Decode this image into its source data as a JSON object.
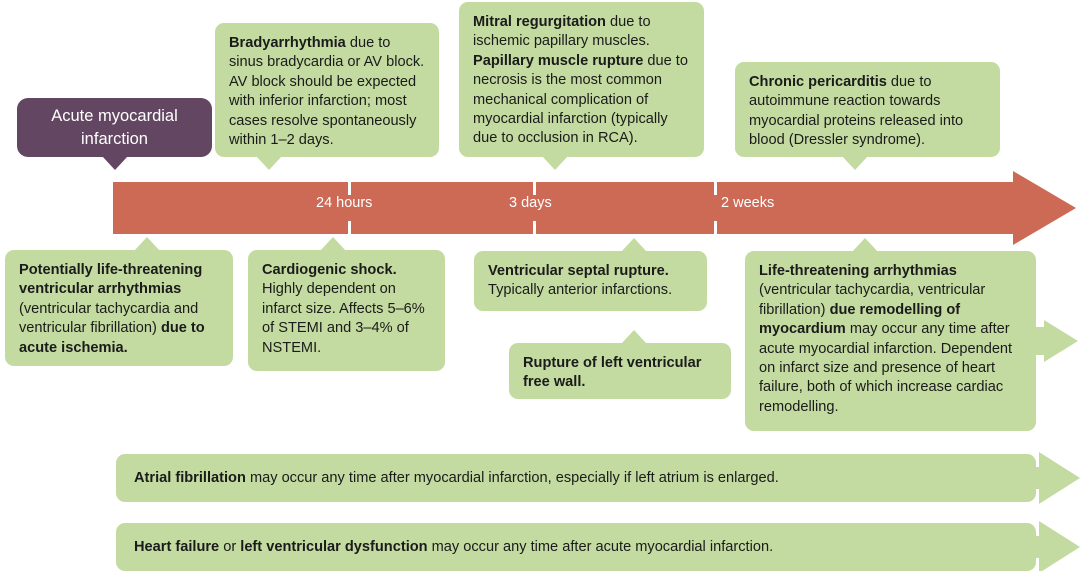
{
  "diagram": {
    "title": "Complications of acute myocardial infarction timeline",
    "colors": {
      "green_box": "#c3dba0",
      "purple_node": "#634762",
      "timeline_arrow": "#cc6a55",
      "text": "#1b1b1b",
      "light_text": "#ffffff"
    }
  },
  "start_node": {
    "label": "Acute myocardial infarction"
  },
  "timeline": {
    "ticks": [
      {
        "label": "24 hours"
      },
      {
        "label": "3 days"
      },
      {
        "label": "2 weeks"
      }
    ]
  },
  "top_boxes": [
    {
      "name": "bradyarrhythmia",
      "segments": [
        {
          "text": "Bradyarrhythmia",
          "bold": true
        },
        {
          "text": " due to sinus bradycardia or AV block. AV block should be expected with inferior infarction; most cases resolve spontaneously within 1–2 days.",
          "bold": false
        }
      ]
    },
    {
      "name": "mitral-regurgitation",
      "segments": [
        {
          "text": "Mitral regurgitation",
          "bold": true
        },
        {
          "text": " due to ischemic papillary muscles. ",
          "bold": false
        },
        {
          "text": "Papillary muscle rupture",
          "bold": true
        },
        {
          "text": " due to necrosis is the most common mechanical complication of myocardial infarction (typically due to occlusion in RCA).",
          "bold": false
        }
      ]
    },
    {
      "name": "chronic-pericarditis",
      "segments": [
        {
          "text": "Chronic pericarditis",
          "bold": true
        },
        {
          "text": " due to autoimmune reaction towards myocardial proteins released into blood (Dressler syndrome).",
          "bold": false
        }
      ]
    }
  ],
  "bottom_boxes": [
    {
      "name": "ventricular-arrhythmias",
      "segments": [
        {
          "text": "Potentially life-threatening ventricular arrhythmias",
          "bold": true
        },
        {
          "text": " (ventricular tachycardia and ventricular fibrillation) ",
          "bold": false
        },
        {
          "text": "due to acute ischemia.",
          "bold": true
        }
      ]
    },
    {
      "name": "cardiogenic-shock",
      "segments": [
        {
          "text": "Cardiogenic shock.",
          "bold": true
        },
        {
          "text": " Highly dependent on infarct size. Affects 5–6% of STEMI and 3–4% of NSTEMI.",
          "bold": false
        }
      ]
    },
    {
      "name": "ventricular-septal-rupture",
      "segments": [
        {
          "text": "Ventricular septal rupture.",
          "bold": true
        },
        {
          "text": " Typically anterior infarctions.",
          "bold": false
        }
      ]
    },
    {
      "name": "rupture-left-ventricular-free-wall",
      "segments": [
        {
          "text": "Rupture of left ventricular free wall.",
          "bold": true
        }
      ]
    },
    {
      "name": "life-threatening-arrhythmias-remodelling",
      "segments": [
        {
          "text": "Life-threatening arrhythmias",
          "bold": true
        },
        {
          "text": " (ventricular tachycardia, ventricular fibrillation) ",
          "bold": false
        },
        {
          "text": "due remodelling of myocardium",
          "bold": true
        },
        {
          "text": " may occur any time after acute myocardial infarction. Dependent on infarct size and presence of heart failure, both of which increase cardiac remodelling.",
          "bold": false
        }
      ]
    }
  ],
  "bars": [
    {
      "name": "atrial-fibrillation",
      "segments": [
        {
          "text": "Atrial fibrillation",
          "bold": true
        },
        {
          "text": " may occur any time after myocardial infarction, especially if left atrium is enlarged.",
          "bold": false
        }
      ]
    },
    {
      "name": "heart-failure",
      "segments": [
        {
          "text": "Heart failure",
          "bold": true
        },
        {
          "text": " or ",
          "bold": false
        },
        {
          "text": "left ventricular dysfunction",
          "bold": true
        },
        {
          "text": " may occur any time after acute myocardial infarction.",
          "bold": false
        }
      ]
    }
  ]
}
